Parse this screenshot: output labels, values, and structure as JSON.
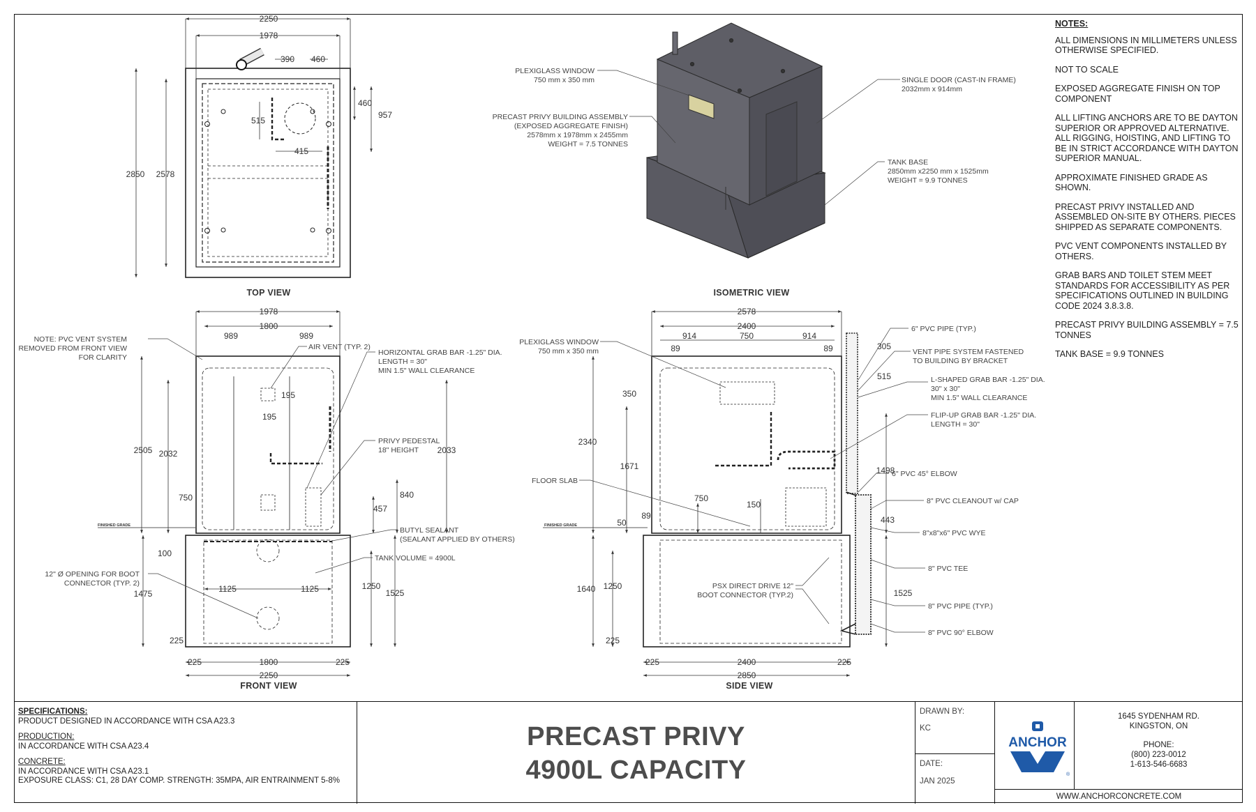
{
  "views": {
    "top": "TOP VIEW",
    "isometric": "ISOMETRIC VIEW",
    "front": "FRONT VIEW",
    "side": "SIDE VIEW"
  },
  "dims": {
    "top": [
      "2250",
      "1978",
      "390",
      "460",
      "460",
      "957",
      "515",
      "415",
      "2850",
      "2578"
    ],
    "front": [
      "1978",
      "1800",
      "989",
      "989",
      "195",
      "195",
      "2505",
      "2032",
      "2033",
      "750",
      "840",
      "457",
      "100",
      "1475",
      "1125",
      "1125",
      "1250",
      "1525",
      "225",
      "225",
      "1800",
      "225",
      "2250"
    ],
    "side": [
      "2578",
      "2400",
      "914",
      "750",
      "914",
      "89",
      "89",
      "350",
      "305",
      "515",
      "2340",
      "1671",
      "1498",
      "750",
      "150",
      "50",
      "89",
      "443",
      "1640",
      "1250",
      "1525",
      "225",
      "225",
      "2400",
      "225",
      "2850"
    ]
  },
  "labels": {
    "iso": {
      "window": [
        "PLEXIGLASS WINDOW",
        "750 mm x 350 mm"
      ],
      "assembly": [
        "PRECAST PRIVY BUILDING ASSEMBLY",
        "(EXPOSED AGGREGATE FINISH)",
        "2578mm x 1978mm x 2455mm",
        "WEIGHT = 7.5 TONNES"
      ],
      "door": [
        "SINGLE DOOR (CAST-IN FRAME)",
        "2032mm x 914mm"
      ],
      "base": [
        "TANK BASE",
        "2850mm x2250 mm x 1525mm",
        "WEIGHT = 9.9 TONNES"
      ]
    },
    "front": {
      "note": [
        "NOTE: PVC VENT SYSTEM",
        "REMOVED FROM FRONT VIEW",
        "FOR CLARITY"
      ],
      "air_vent": "AIR VENT (TYP. 2)",
      "grab_bar": [
        "HORIZONTAL GRAB BAR -1.25\" DIA.",
        "LENGTH = 30\"",
        "MIN 1.5\" WALL CLEARANCE"
      ],
      "pedestal": [
        "PRIVY PEDESTAL",
        "18\" HEIGHT"
      ],
      "finished_grade": "FINISHED GRADE",
      "sealant": [
        "BUTYL SEALANT",
        "(SEALANT APPLIED BY OTHERS)"
      ],
      "tank_volume": "TANK VOLUME = 4900L",
      "opening": [
        "12\" Ø OPENING FOR BOOT",
        "CONNECTOR (TYP. 2)"
      ]
    },
    "side": {
      "window": [
        "PLEXIGLASS WINDOW",
        "750 mm x 350 mm"
      ],
      "floor_slab": "FLOOR SLAB",
      "finished_grade": "FINISHED GRADE",
      "boot": [
        "PSX DIRECT DRIVE 12\"",
        "BOOT CONNECTOR (TYP.2)"
      ],
      "pipe6": "6\" PVC PIPE (TYP.)",
      "vent_system": [
        "VENT PIPE SYSTEM FASTENED",
        "TO BUILDING BY BRACKET"
      ],
      "l_grab": [
        "L-SHAPED GRAB BAR -1.25\" DIA.",
        "30\" x 30\"",
        "MIN 1.5\" WALL CLEARANCE"
      ],
      "flip_grab": [
        "FLIP-UP GRAB BAR -1.25\" DIA.",
        "LENGTH = 30\""
      ],
      "elbow45": "6\" PVC 45° ELBOW",
      "cleanout": "8\" PVC CLEANOUT w/ CAP",
      "wye": "8\"x8\"x6\" PVC WYE",
      "tee": "8\" PVC TEE",
      "pipe8": "8\" PVC PIPE (TYP.)",
      "elbow90": "8\" PVC 90° ELBOW"
    }
  },
  "notes": {
    "heading": "NOTES:",
    "items": [
      "ALL DIMENSIONS IN MILLIMETERS UNLESS OTHERWISE SPECIFIED.",
      "NOT TO SCALE",
      "EXPOSED AGGREGATE FINISH ON TOP COMPONENT",
      "ALL LIFTING ANCHORS ARE TO BE DAYTON SUPERIOR OR APPROVED ALTERNATIVE. ALL RIGGING, HOISTING, AND LIFTING TO BE IN STRICT ACCORDANCE WITH DAYTON SUPERIOR MANUAL.",
      "APPROXIMATE FINISHED GRADE AS SHOWN.",
      "PRECAST PRIVY INSTALLED AND ASSEMBLED ON-SITE BY OTHERS. PIECES SHIPPED AS SEPARATE COMPONENTS.",
      "PVC VENT COMPONENTS INSTALLED BY OTHERS.",
      "GRAB BARS AND TOILET STEM MEET STANDARDS FOR ACCESSIBILITY AS PER SPECIFICATIONS OUTLINED IN BUILDING CODE 2024 3.8.3.8.",
      "PRECAST PRIVY BUILDING ASSEMBLY = 7.5 TONNES",
      "TANK BASE = 9.9 TONNES"
    ]
  },
  "title_block": {
    "spec_heading": "SPECIFICATIONS:",
    "spec_text": "PRODUCT DESIGNED IN ACCORDANCE WITH CSA A23.3",
    "production_heading": "PRODUCTION:",
    "production_text": "IN ACCORDANCE WITH CSA A23.4",
    "concrete_heading": "CONCRETE:",
    "concrete_text1": "IN ACCORDANCE WITH CSA A23.1",
    "concrete_text2": "EXPOSURE CLASS: C1, 28 DAY COMP. STRENGTH: 35MPA, AIR ENTRAINMENT 5-8%",
    "title_line1": "PRECAST PRIVY",
    "title_line2": "4900L CAPACITY",
    "drawn_by_label": "DRAWN BY:",
    "drawn_by": "KC",
    "date_label": "DATE:",
    "date": "JAN 2025",
    "logo_text": "ANCHOR",
    "logo_reg": "®",
    "address1": "1645 SYDENHAM RD.",
    "address2": "KINGSTON, ON",
    "phone_label": "PHONE:",
    "phone1": "(800) 223-0012",
    "phone2": "1-613-546-6683",
    "website": "WWW.ANCHORCONCRETE.COM"
  },
  "colors": {
    "concrete_top": "#5b5b63",
    "concrete_side": "#4a4a52",
    "concrete_front": "#6b6b73",
    "logo_blue": "#1f5aa8",
    "line": "#333333"
  }
}
